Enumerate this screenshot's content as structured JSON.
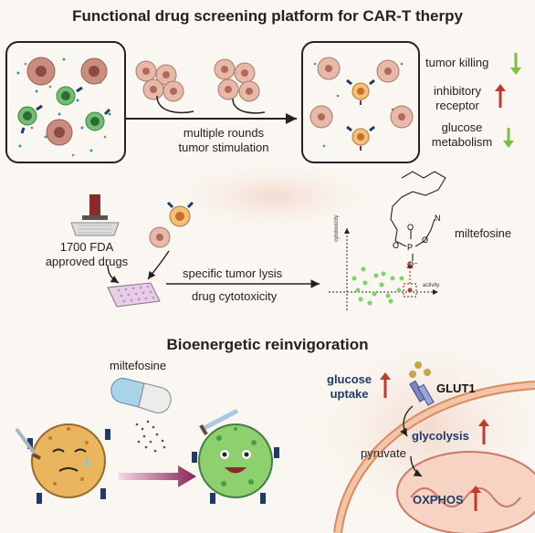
{
  "top": {
    "title": "Functional drug screening platform for CAR-T therpy",
    "stimulation": [
      "multiple rounds",
      "tumor stimulation"
    ],
    "effects": [
      {
        "label": "tumor killing",
        "direction": "down",
        "color": "#7bc043"
      },
      {
        "label": "inhibitory receptor",
        "direction": "up",
        "color": "#c0392b"
      },
      {
        "label": "glucose metabolism",
        "direction": "down",
        "color": "#7bc043"
      }
    ]
  },
  "middle": {
    "drugs_label": [
      "1700 FDA",
      "approved drugs"
    ],
    "lysis_label": "specific tumor lysis",
    "cytotox_label": "drug cytotoxicity",
    "y_axis_label": "cytotoxicity",
    "x_axis_label": "activity",
    "compound_label": "miltefosine",
    "chem_atoms": {
      "o1": "O",
      "o2": "O",
      "o3": "O",
      "p": "P",
      "o_minus": "O⁻",
      "n": "N"
    }
  },
  "bottom": {
    "title": "Bioenergetic reinvigoration",
    "drug_label": "miltefosine",
    "glucose_uptake": [
      "glucose",
      "uptake"
    ],
    "glut1": "GLUT1",
    "glycolysis": "glycolysis",
    "pyruvate": "pyruvate",
    "oxphos": "OXPHOS"
  },
  "colors": {
    "tumor": "#c98d7f",
    "tcell_green": "#6fbf73",
    "tcell_orange": "#e7a24a",
    "up_arrow": "#c0392b",
    "down_arrow": "#7bc043",
    "navy": "#1f3a68"
  }
}
